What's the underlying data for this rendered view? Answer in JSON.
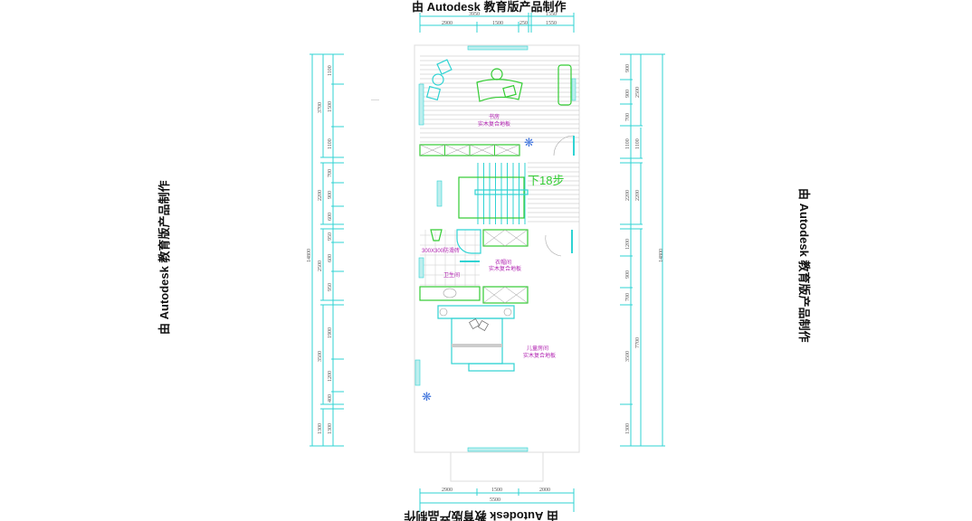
{
  "watermark": "由 Autodesk 教育版产品制作",
  "top_dims": {
    "row1": [
      "3950",
      "1550"
    ],
    "row2": [
      "2900",
      "1500",
      "250",
      "1550"
    ]
  },
  "bottom_dims": {
    "row1": [
      "2900",
      "1500",
      "2000"
    ],
    "total": "5500"
  },
  "left_dims": {
    "total": "14800",
    "groups": [
      "3700",
      "2200",
      "2500",
      "3500",
      "1300"
    ],
    "segments": [
      "1100",
      "1500",
      "1100",
      "700",
      "900",
      "600",
      "950",
      "600",
      "950",
      "1900",
      "1200",
      "400",
      "1300"
    ]
  },
  "right_dims": {
    "total": "14800",
    "groups": [
      "2500",
      "1100",
      "2200",
      "7700"
    ],
    "segments": [
      "900",
      "900",
      "700",
      "1100",
      "2200",
      "1200",
      "900",
      "700",
      "3500",
      "1300"
    ]
  },
  "rooms": {
    "study": {
      "name": "书房",
      "floor": "实木复合地板"
    },
    "stairs": "下18步",
    "bath_tile": "300X300防滑砖",
    "bathroom": "卫生间",
    "cloakroom": {
      "name": "衣帽间",
      "floor": "实木复合地板"
    },
    "bedroom": {
      "name": "儿童房间",
      "floor": "实木复合地板"
    }
  },
  "colors": {
    "dimension": "#2fd3d3",
    "furniture": "#33cc33",
    "label": "#b020b0"
  }
}
